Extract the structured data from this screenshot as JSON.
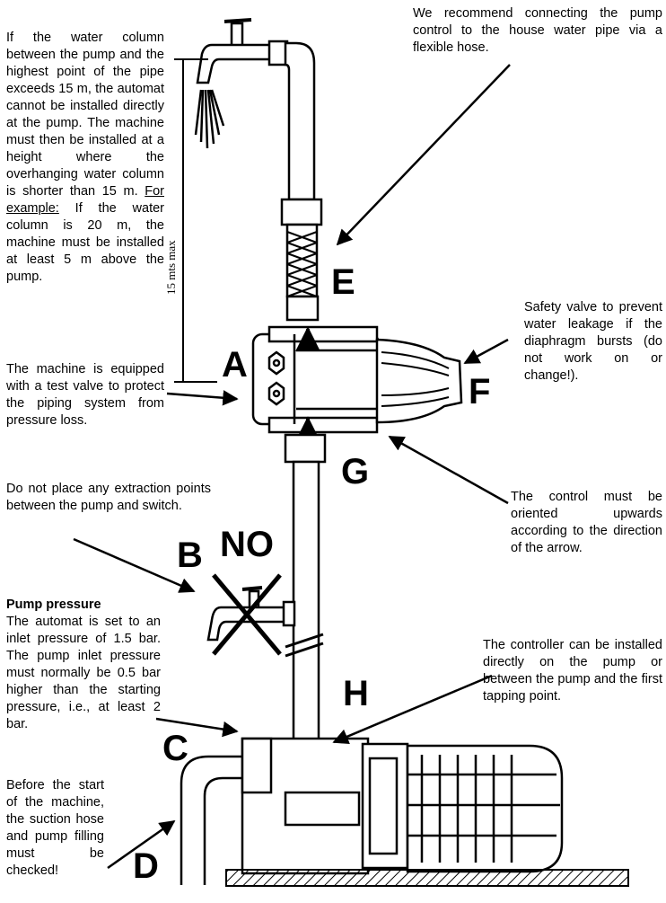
{
  "notes": {
    "water_column": {
      "p1": "If the water column between the pump and the highest point of the pipe exceeds 15 m, the automat cannot be installed directly at the pump. The machine must then be installed at a height where the overhanging water column is shorter than 15 m.",
      "example_label": "For example:",
      "p2": "If the water column is 20 m, the machine must be installed at least 5 m above the pump."
    },
    "flexible_hose": "We recommend connecting the pump control to the house water pipe via a flexible hose.",
    "test_valve": "The machine is equipped with a test valve to protect the piping system from pressure loss.",
    "safety_valve": "Safety valve to prevent water leakage if the diaphragm bursts (do not work on or change!).",
    "orientation": "The control must be oriented upwards according to the direction of the arrow.",
    "extraction": "Do not place any extraction points between the pump and switch.",
    "pump_pressure_title": "Pump pressure",
    "pump_pressure": "The automat is set to an inlet pressure of 1.5 bar. The pump inlet pressure must normally be 0.5 bar higher than the starting pressure, i.e., at least 2 bar.",
    "controller_install": "The controller can be installed directly on the pump or between the pump and the first tapping point.",
    "before_start": "Before the start of the machine, the suction hose and pump filling must be checked!"
  },
  "labels": {
    "a": "A",
    "b": "B",
    "c": "C",
    "d": "D",
    "e": "E",
    "f": "F",
    "g": "G",
    "h": "H",
    "no": "NO"
  },
  "dimension": "15 mts max"
}
